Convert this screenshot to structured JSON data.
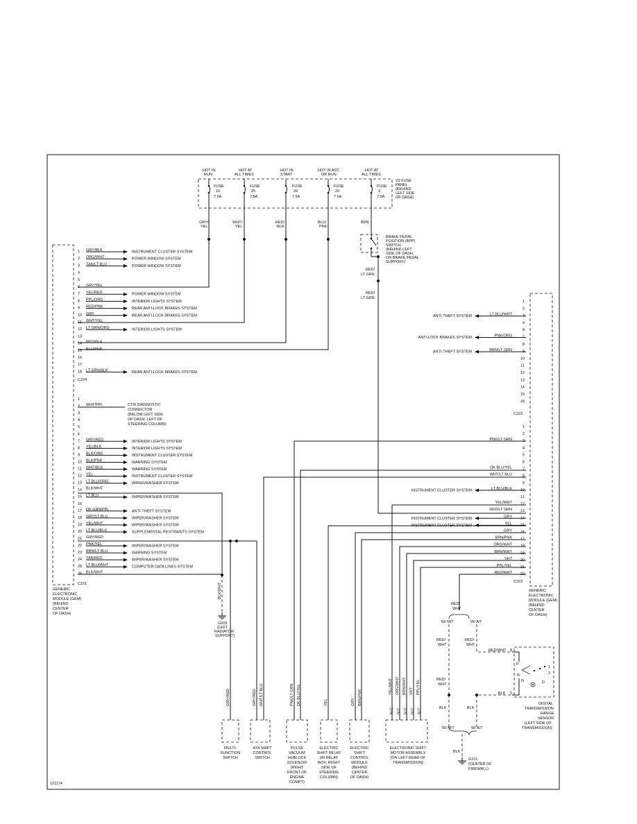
{
  "figure_id": "121174",
  "fuse_panel": {
    "label": [
      "V9 FUSE",
      "PANEL",
      "(BEHIND",
      "LEFT SIDE",
      "OF DASH)"
    ],
    "fuses": [
      {
        "hot": [
          "HOT IN",
          "RUN"
        ],
        "id": [
          "FUSE",
          "10",
          "7.5A"
        ],
        "wire": [
          "GRY/",
          "YEL"
        ]
      },
      {
        "hot": [
          "HOT AT",
          "ALL TIMES"
        ],
        "id": [
          "FUSE",
          "25",
          "7.5A"
        ],
        "wire": [
          "WHT/",
          "YEL"
        ]
      },
      {
        "hot": [
          "HOT IN",
          "START"
        ],
        "id": [
          "FUSE",
          "26",
          "7.5A"
        ],
        "wire": [
          "RED/",
          "BLK"
        ]
      },
      {
        "hot": [
          "HOT IN ACC",
          "OR RUN"
        ],
        "id": [
          "FUSE",
          "20",
          "7.5A"
        ],
        "wire": [
          "BLU/",
          "PNK"
        ]
      },
      {
        "hot": [
          "HOT AT",
          "ALL TIMES"
        ],
        "id": [
          "FUSE",
          "3",
          "7.5A"
        ],
        "wire": [
          "BRN"
        ]
      }
    ]
  },
  "bpp_switch": {
    "label": [
      "BRAKE PEDAL",
      "POSITION (BPP)",
      "SWITCH",
      "(BEHIND LEFT",
      "SIDE OF DASH,",
      "ON BRAKE PEDAL",
      "SUPPORT)"
    ],
    "out_wire": [
      "RED/",
      "LT GRN"
    ],
    "wire2": [
      "RED/",
      "LT GRN"
    ]
  },
  "gem_left": {
    "label": [
      "GENERIC",
      "ELECTRONIC",
      "MODULE (GEM)",
      "(BEHIND",
      "CENTER",
      "OF DASH)"
    ],
    "c224": "C224",
    "c221": "C221",
    "c224_pins": [
      {
        "n": "1",
        "wire": "GRY/BLK",
        "sys": "INSTRUMENT CLUSTER SYSTEM"
      },
      {
        "n": "2",
        "wire": "ORG/WHT",
        "sys": "POWER WINDOW SYSTEM"
      },
      {
        "n": "3",
        "wire": "TAN/LT BLU",
        "sys": "POWER WINDOW SYSTEM"
      },
      {
        "n": "4",
        "wire": "",
        "sys": ""
      },
      {
        "n": "5",
        "wire": "",
        "sys": ""
      },
      {
        "n": "6",
        "wire": "GRY/YEL",
        "sys": ""
      },
      {
        "n": "7",
        "wire": "YEL/RED",
        "sys": "POWER WINDOW SYSTEM"
      },
      {
        "n": "8",
        "wire": "PPL/ORG",
        "sys": "INTERIOR LIGHTS SYSTEM"
      },
      {
        "n": "9",
        "wire": "RED/PNK",
        "sys": "REAR ANTI-LOCK BRAKES SYSTEM"
      },
      {
        "n": "10",
        "wire": "GRY",
        "sys": "REAR ANTI-LOCK BRAKES SYSTEM"
      },
      {
        "n": "11",
        "wire": "WHT/YEL",
        "sys": ""
      },
      {
        "n": "12",
        "wire": "LT GRN/ORG",
        "sys": "INTERIOR LIGHTS SYSTEM"
      },
      {
        "n": "13",
        "wire": "",
        "sys": ""
      },
      {
        "n": "14",
        "wire": "RED/BLK",
        "sys": ""
      },
      {
        "n": "15",
        "wire": "BLU/PNK",
        "sys": ""
      },
      {
        "n": "16",
        "wire": "",
        "sys": ""
      },
      {
        "n": "17",
        "wire": "",
        "sys": ""
      },
      {
        "n": "18",
        "wire": "LT GRN/BLK",
        "sys": "REAR ANTI-LOCK BRAKES SYSTEM"
      }
    ],
    "c221_pins": [
      {
        "n": "1",
        "wire": "",
        "sys": ""
      },
      {
        "n": "2",
        "wire": "WHT/PPL",
        "sys": ""
      },
      {
        "n": "3",
        "wire": "",
        "sys": ""
      },
      {
        "n": "4",
        "wire": "",
        "sys": ""
      },
      {
        "n": "5",
        "wire": "",
        "sys": ""
      },
      {
        "n": "6",
        "wire": "",
        "sys": ""
      },
      {
        "n": "7",
        "wire": "GRY/RED",
        "sys": "INTERIOR LIGHTS SYSTEM"
      },
      {
        "n": "8",
        "wire": "YEL/BLK",
        "sys": "INTERIOR LIGHTS SYSTEM"
      },
      {
        "n": "9",
        "wire": "BLK/ORG",
        "sys": "INSTRUMENT CLUSTER SYSTEM"
      },
      {
        "n": "10",
        "wire": "BLK/PNK",
        "sys": "WARNING SYSTEM"
      },
      {
        "n": "11",
        "wire": "WHT/BLK",
        "sys": "WARNING SYSTEM"
      },
      {
        "n": "12",
        "wire": "YEL",
        "sys": "INSTRUMENT CLUSTER SYSTEM"
      },
      {
        "n": "13",
        "wire": "LT BLU/ORG",
        "sys": "WIPER/WASHER SYSTEM"
      },
      {
        "n": "14",
        "wire": "BLK/WHT",
        "sys": ""
      },
      {
        "n": "15",
        "wire": "LT BLU",
        "sys": "WIPER/WASHER SYSTEM"
      },
      {
        "n": "16",
        "wire": "",
        "sys": ""
      },
      {
        "n": "17",
        "wire": "DK GRN/PPL",
        "sys": "ANTI-THEFT SYSTEM"
      },
      {
        "n": "18",
        "wire": "GRY/LT BLU",
        "sys": "WIPER/WASHER SYSTEM"
      },
      {
        "n": "19",
        "wire": "YEL/WHT",
        "sys": "WIPER/WASHER SYSTEM"
      },
      {
        "n": "20",
        "wire": "LT BLU/BLK",
        "sys": "SUPPLEMENTAL RESTRAINTS SYSTEM"
      },
      {
        "n": "21",
        "wire": "GRY/RED",
        "sys": ""
      },
      {
        "n": "22",
        "wire": "PNK/YEL",
        "sys": "WIPER/WASHER SYSTEM"
      },
      {
        "n": "23",
        "wire": "BRN/LT BLU",
        "sys": "WARNING SYSTEM"
      },
      {
        "n": "24",
        "wire": "TAN/RED",
        "sys": "WIPER/WASHER SYSTEM"
      },
      {
        "n": "25",
        "wire": "LT BLU/WHT",
        "sys": "COMPUTER DATA LINES SYSTEM"
      },
      {
        "n": "26",
        "wire": "BLK/WHT",
        "sys": ""
      }
    ],
    "dlc": [
      "CTM DIAGNOSTIC",
      "CONNECTOR",
      "(BELOW LEFT SIDE",
      "OF DASH, LEFT OF",
      "STEERING COLUMN)"
    ]
  },
  "gem_right": {
    "label": [
      "GENERIC",
      "ELECTRONIC",
      "MODULE (GEM)",
      "(BEHIND",
      "CENTER",
      "OF DASH)"
    ],
    "c222": "C222",
    "c223": "C223",
    "c222_pins": [
      {
        "n": "1",
        "wire": "",
        "sys": ""
      },
      {
        "n": "2",
        "wire": "",
        "sys": ""
      },
      {
        "n": "3",
        "wire": "LT BLU/WHT",
        "sys": "ANTI-THEFT SYSTEM"
      },
      {
        "n": "4",
        "wire": "",
        "sys": ""
      },
      {
        "n": "6",
        "wire": "",
        "sys": ""
      },
      {
        "n": "7",
        "wire": "PNK/ORG",
        "sys": "ANTI-LOCK BRAKES SYSTEM"
      },
      {
        "n": "8",
        "wire": "",
        "sys": ""
      },
      {
        "n": "9",
        "wire": "BRN/LT GRN",
        "sys": "ANTI-THEFT SYSTEM"
      },
      {
        "n": "10",
        "wire": "",
        "sys": ""
      },
      {
        "n": "11",
        "wire": "",
        "sys": ""
      },
      {
        "n": "12",
        "wire": "",
        "sys": ""
      },
      {
        "n": "13",
        "wire": "",
        "sys": ""
      },
      {
        "n": "14",
        "wire": "",
        "sys": ""
      },
      {
        "n": "15",
        "wire": "",
        "sys": ""
      },
      {
        "n": "16",
        "wire": "",
        "sys": ""
      }
    ],
    "c223_pins": [
      {
        "n": "1",
        "wire": "",
        "sys": ""
      },
      {
        "n": "2",
        "wire": "",
        "sys": ""
      },
      {
        "n": "3",
        "wire": "PNK/LT GRN",
        "sys": ""
      },
      {
        "n": "4",
        "wire": "",
        "sys": ""
      },
      {
        "n": "5",
        "wire": "",
        "sys": ""
      },
      {
        "n": "6",
        "wire": "",
        "sys": ""
      },
      {
        "n": "7",
        "wire": "DK BLU/YEL",
        "sys": ""
      },
      {
        "n": "8",
        "wire": "WHT/LT BLU",
        "sys": ""
      },
      {
        "n": "9",
        "wire": "",
        "sys": ""
      },
      {
        "n": "10",
        "wire": "LT BLU/BLK",
        "sys": "INSTRUMENT CLUSTER SYSTEM"
      },
      {
        "n": "11",
        "wire": "",
        "sys": ""
      },
      {
        "n": "12",
        "wire": "YEL/WHT",
        "sys": ""
      },
      {
        "n": "13",
        "wire": "RED/LT GRN",
        "sys": ""
      },
      {
        "n": "14",
        "wire": "GRY",
        "sys": "INSTRUMENT CLUSTER SYSTEM"
      },
      {
        "n": "15",
        "wire": "YEL",
        "sys": "INSTRUMENT CLUSTER SYSTEM"
      },
      {
        "n": "16",
        "wire": "GRY",
        "sys": ""
      },
      {
        "n": "17",
        "wire": "BRN/PNK",
        "sys": ""
      },
      {
        "n": "18",
        "wire": "ORG/WHT",
        "sys": ""
      },
      {
        "n": "19",
        "wire": "BRN/WHT",
        "sys": ""
      },
      {
        "n": "20",
        "wire": "VHT",
        "sys": ""
      },
      {
        "n": "21",
        "wire": "PPL/YEL",
        "sys": ""
      },
      {
        "n": "22",
        "wire": "RED/WHT",
        "sys": ""
      }
    ]
  },
  "ground_g203": {
    "wire": "BLK/WHT",
    "label": [
      "G203",
      "(LEFT",
      "RADIATOR",
      "SUPPORT)"
    ]
  },
  "ground_g101": {
    "wire": "BLK",
    "label": [
      "G101",
      "(CENTER OF",
      "FIREWALL)"
    ]
  },
  "tr_sensor": {
    "label": [
      "DIGITAL",
      "TRANSMISSION",
      "RANGE",
      "SENSOR",
      "(LEFT SIDE OF",
      "TRANSMISSION)"
    ],
    "pin8_wire": "RED/WHT",
    "pin8": "8",
    "pin5_wire": "BLK",
    "pin5": "5",
    "positions": [
      "P",
      "R",
      "N",
      "D",
      "2",
      "1"
    ]
  },
  "transmission_options": {
    "mt": "W/ M/T",
    "at": "W/ A/T",
    "mt2": "W/ M/T",
    "at2": "W/ A/T",
    "red_wht": [
      "RED/",
      "WHT"
    ],
    "red_wht_mt": [
      "RED/",
      "WHT"
    ],
    "red_wht_at": [
      "RED/",
      "WHT"
    ],
    "red_wht_low": [
      "RED/",
      "WHT"
    ],
    "blk_mt": "BLK",
    "blk_at": "BLK"
  },
  "components": [
    {
      "label": [
        "MULTI-",
        "FUNCTION",
        "SWITCH"
      ],
      "wires": [
        "GRY/RED"
      ]
    },
    {
      "label": [
        "4X4 SHIFT",
        "CONTROL",
        "SWITCH"
      ],
      "wires": [
        "GRY/RED",
        "WHT/LT BLU"
      ]
    },
    {
      "label": [
        "PULSE",
        "VACUUM",
        "HUBLOCK",
        "SOLENOID",
        "(RIGHT",
        "FRONT OF",
        "ENGINE",
        "COMPT)"
      ],
      "wires": [
        "PNK/LT GRN",
        "DK BLU/YEL"
      ]
    },
    {
      "label": [
        "ELECTRIC",
        "SHIFT RELAY",
        "(IN RELAY",
        "BOX, RIGHT",
        "SIDE OF",
        "STEERING",
        "COLUMN)"
      ],
      "wires": [
        "YEL"
      ]
    },
    {
      "label": [
        "ELECTRIC",
        "SHIFT",
        "CONTROL",
        "MODULE",
        "(BEHIND",
        "CENTER",
        "OF DASH)"
      ],
      "wires": [
        "GRY",
        "BRN/PNK"
      ]
    },
    {
      "label": [
        "ELECTRONIC SHIFT",
        "MOTOR ASSEMBLY",
        "(ON LEFT REAR OF",
        "TRANSMISSION)"
      ],
      "wires": [
        "YEL/WHT",
        "ORG/WHT",
        "BRN/WHT",
        "VHT",
        "PPL/YEL"
      ]
    }
  ],
  "na": "N.C."
}
